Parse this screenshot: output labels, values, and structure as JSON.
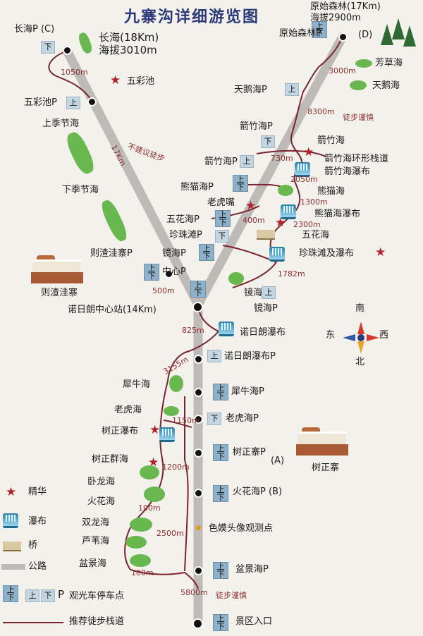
{
  "title": "九寨沟详细游览图",
  "places": {
    "changhai_p": "长海P (C)",
    "changhai": "长海(18Km)",
    "changhai_alt": "海拔3010m",
    "wucaichi": "五彩池",
    "wucaichi_p": "五彩池P",
    "shangjijie": "上季节海",
    "xiajijie": "下季节海",
    "zezhawa_p": "则渣洼寨P",
    "zezhawa_village": "则渣洼寨",
    "nuorilang_center": "诺日朗中心站(14Km)",
    "zhongxin_p": "中心P",
    "jinghai_p_left": "镜海P",
    "jinghai": "镜海",
    "jinghai_p": "镜海P",
    "yuanshi_forest": "原始森林(17Km)",
    "yuanshi_alt": "海拔2900m",
    "yuanshi_p": "原始森林P",
    "yuanshi_d": "(D)",
    "fangcaohai": "芳草海",
    "tianehai": "天鹅海",
    "tianehai_p": "天鹅海P",
    "jianzhuhai_p1": "箭竹海P",
    "jianzhuhai": "箭竹海",
    "jianzhuhai_trail": "箭竹海环形栈道",
    "jianzhuhai_fall": "箭竹海瀑布",
    "jianzhuhai_p2": "箭竹海P",
    "xiongmaohai_p": "熊猫海P",
    "xiongmaohai": "熊猫海",
    "laohuzui": "老虎嘴",
    "xiongmaohai_fall": "熊猫海瀑布",
    "wuhuahai_p": "五花海P",
    "wuhuahai": "五花海",
    "zhenzhutan_p": "珍珠滩P",
    "zhenzhutan": "珍珠滩及瀑布",
    "nuorilang_fall": "诺日朗瀑布",
    "nuorilang_fall_p": "诺日朗瀑布P",
    "xiniuhai": "犀牛海",
    "xiniuhai_p": "犀牛海P",
    "laohuhai": "老虎海",
    "laohuhai_p": "老虎海P",
    "shuzheng_fall": "树正瀑布",
    "shuzheng_qunhai": "树正群海",
    "shuzheng_p": "树正寨P",
    "shuzheng_p_tag": "(A)",
    "shuzheng_village": "树正寨",
    "wolonghai": "卧龙海",
    "huohuahai": "火花海",
    "huohuahai_p": "火花海P (B)",
    "shuanglonghai": "双龙海",
    "luweihai": "芦苇海",
    "penjinghai": "盆景海",
    "penjinghai_p": "盆景海P",
    "semo_point": "色嫫头像观测点",
    "entrance": "景区入口"
  },
  "distances": {
    "d1050": "1050m",
    "d17km": "17Km",
    "d500": "500m",
    "d3000": "3000m",
    "d8300": "8300m",
    "d730": "730m",
    "d2050": "2050m",
    "d1300": "1300m",
    "d400": "400m",
    "d2300": "2300m",
    "d1782": "1782m",
    "d825": "825m",
    "d3155": "3155m",
    "d1150": "1150m",
    "d1200": "1200m",
    "d100a": "100m",
    "d2500": "2500m",
    "d100b": "100m",
    "d5800": "5800m"
  },
  "notes": {
    "no_hike": "不建议徒步",
    "hike_careful_top": "徒步谨慎",
    "hike_careful_bottom": "徒步谨慎"
  },
  "stop_labels": {
    "up": "上",
    "down": "下",
    "updown": "上下",
    "p": "P"
  },
  "compass": {
    "north": "北",
    "south": "南",
    "east": "东",
    "west": "西"
  },
  "legend": {
    "highlight": "精华",
    "waterfall": "瀑布",
    "bridge": "桥",
    "road": "公路",
    "bus_stop": "观光车停车点",
    "trail": "推荐徒步栈道"
  },
  "colors": {
    "road": "#b9b7b5",
    "trail": "#7a2430",
    "lake": "#69b84f",
    "star": "#b51f2a",
    "title": "#2d3a7a"
  }
}
